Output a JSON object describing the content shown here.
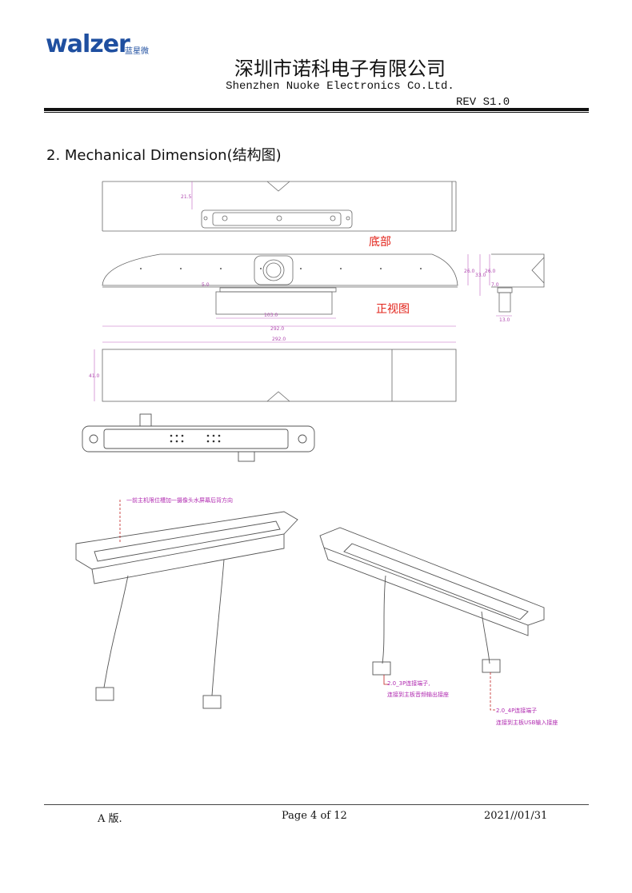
{
  "header": {
    "logo_text": "walzer",
    "logo_sub": "蓝星微",
    "company_cn": "深圳市诺科电子有限公司",
    "company_en": "Shenzhen Nuoke Electronics Co.Ltd.",
    "revision": "REV S1.0"
  },
  "section_title": "2.  Mechanical Dimension(结构图)",
  "drawing": {
    "label_bottom": "底部",
    "label_front": "正视图",
    "dims": {
      "bottom_depth": "21.5",
      "front_height": "26.0",
      "side_total": "33.0",
      "side_height": "26.0",
      "side_gap": "7.0",
      "side_mount": "13.0",
      "front_gap": "5.0",
      "mount_width": "103.0",
      "total_width": "292.0",
      "rear_width": "292.0",
      "rear_height": "41.0"
    },
    "notes": {
      "mount_note": "一前主机限位槽加一摄像头水屏幕后背方向",
      "connector_3p_line1": "2.0_3P连接端子,",
      "connector_3p_line2": "连接到主板音频输出接座",
      "connector_4p_line1": "2.0_4P连接端子",
      "connector_4p_line2": "连接到主板USB输入接座"
    }
  },
  "footer": {
    "version": "A 版.",
    "page": "Page 4 of 12",
    "date": "2021//01/31"
  }
}
